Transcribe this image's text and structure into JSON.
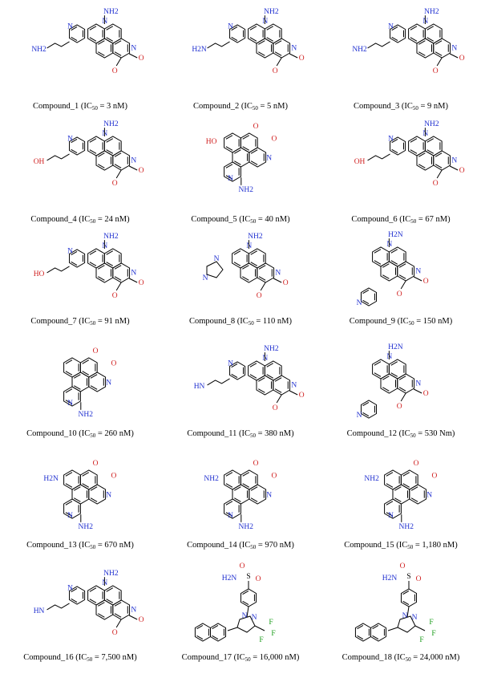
{
  "compounds": [
    {
      "name": "Compound_1",
      "sub": "50",
      "value": "= 3 nM)",
      "amine": "NH2",
      "scaffold": "aminopyridine-benzo-naphthyridine",
      "side": "NH2"
    },
    {
      "name": "Compound_2",
      "sub": "50",
      "value": "= 5 nM)",
      "amine": "NH2",
      "scaffold": "aminopyridine-benzo-naphthyridine",
      "side": "H2N"
    },
    {
      "name": "Compound_3",
      "sub": "50",
      "value": "= 9 nM)",
      "amine": "NH2",
      "scaffold": "aminopyridine-benzo-naphthyridine",
      "side": "NH2"
    },
    {
      "name": "Compound_4",
      "sub": "50",
      "value": "= 24 nM)",
      "amine": "NH2",
      "scaffold": "aminopyridine-benzo-naphthyridine",
      "side": "OH"
    },
    {
      "name": "Compound_5",
      "sub": "50",
      "value": "= 40 nM)",
      "amine": "NH2",
      "scaffold": "benzo-phenanthroline",
      "side": "HO"
    },
    {
      "name": "Compound_6",
      "sub": "50",
      "value": "= 67 nM)",
      "amine": "NH2",
      "scaffold": "aminopyridine-benzo-naphthyridine",
      "side": "OH"
    },
    {
      "name": "Compound_7",
      "sub": "50",
      "value": "= 91 nM)",
      "amine": "NH2",
      "scaffold": "aminopyridine-benzo-naphthyridine",
      "side": "HO"
    },
    {
      "name": "Compound_8",
      "sub": "50",
      "value": "= 110 nM)",
      "amine": "NH2",
      "scaffold": "imidazolyl-benzo-naphthyridine",
      "side": ""
    },
    {
      "name": "Compound_9",
      "sub": "50",
      "value": "= 150 nM)",
      "amine": "H2N",
      "scaffold": "pyridyl-benzo-naphthyridine",
      "side": ""
    },
    {
      "name": "Compound_10",
      "sub": "50",
      "value": "= 260 nM)",
      "amine": "NH2",
      "scaffold": "benzo-phenanthroline",
      "side": ""
    },
    {
      "name": "Compound_11",
      "sub": "50",
      "value": "= 380 nM)",
      "amine": "NH2",
      "scaffold": "aminopyridine-benzo-naphthyridine",
      "side": "HN"
    },
    {
      "name": "Compound_12",
      "sub": "50",
      "value": "= 530 Nm)",
      "amine": "H2N",
      "scaffold": "pyridyl-benzo-naphthyridine",
      "side": ""
    },
    {
      "name": "Compound_13",
      "sub": "50",
      "value": "= 670 nM)",
      "amine": "NH2",
      "scaffold": "benzo-phenanthroline",
      "side": "H2N"
    },
    {
      "name": "Compound_14",
      "sub": "50",
      "value": "= 970 nM)",
      "amine": "NH2",
      "scaffold": "benzo-phenanthroline",
      "side": "NH2"
    },
    {
      "name": "Compound_15",
      "sub": "50",
      "value": "= 1,180 nM)",
      "amine": "NH2",
      "scaffold": "benzo-phenanthroline",
      "side": "NH2"
    },
    {
      "name": "Compound_16",
      "sub": "50",
      "value": "= 7,500 nM)",
      "amine": "NH2",
      "scaffold": "aminopyridine-benzo-naphthyridine",
      "side": "HN"
    },
    {
      "name": "Compound_17",
      "sub": "50",
      "value": "= 16,000 nM)",
      "amine": "H2N",
      "scaffold": "sulfonamide-pyrazole",
      "side": "F"
    },
    {
      "name": "Compound_18",
      "sub": "50",
      "value": "= 24,000 nM)",
      "amine": "H2N",
      "scaffold": "sulfonamide-pyrazole",
      "side": "F"
    }
  ],
  "labels": {
    "ic": "(IC",
    "n": "N",
    "nh": "NH",
    "o": "O",
    "s": "S",
    "f": "F"
  },
  "colors": {
    "nitrogen": "#1f2fd0",
    "oxygen": "#d01f1f",
    "fluorine": "#1e9e1e",
    "bond": "#000000"
  }
}
